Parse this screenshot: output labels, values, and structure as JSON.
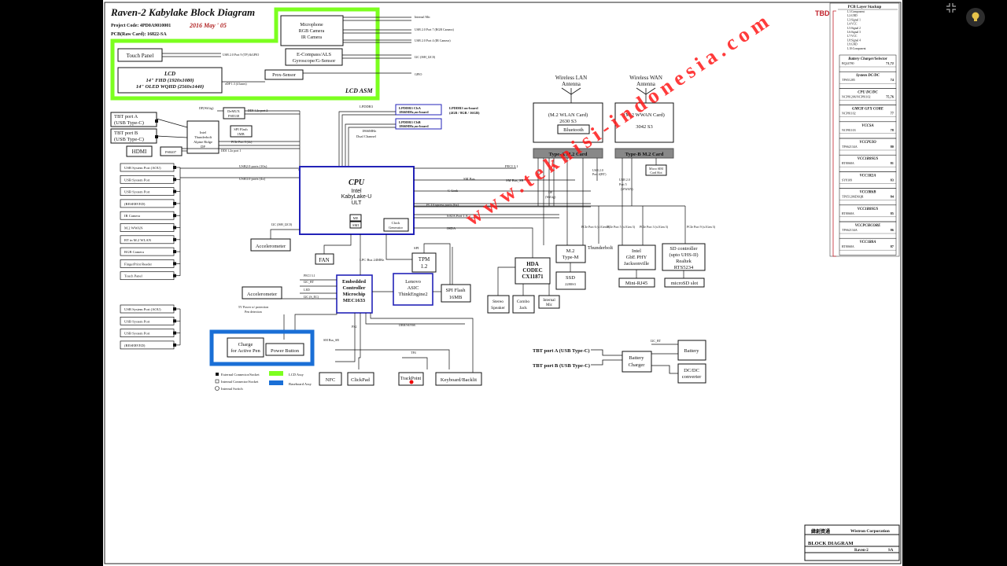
{
  "title": "Raven-2 Kabylake Block Diagram",
  "project_code": "Project Code: 4PD0A9010001",
  "pcb": "PCB(Raw Card): 16822-SA",
  "date": "2016 May ' 05",
  "tbd": "TBD",
  "watermark": "www.teknisi-indonesia.com",
  "lcd_asm": "LCD ASM",
  "colors": {
    "lcd_assy": "#7cff1f",
    "button_bd": "#1a6fd6",
    "watermark": "#ff1a1a",
    "cpu": "#2323b8",
    "stack": "#c0202a"
  },
  "blocks": {
    "camera": [
      "Microphone",
      "RGB Camera",
      "IR Camera"
    ],
    "touch_panel": "Touch Panel",
    "lcd": [
      "LCD",
      "14\" FHD (1920x1080)",
      "14\" OLED WQHD (2560x1440)"
    ],
    "compass": [
      "E-Compass/ALS",
      "Gyroscope/G-Sensor"
    ],
    "prox": "Prox-Sensor",
    "tbt_a": [
      "TBT port A",
      "(USB Type-C)"
    ],
    "tbt_b": [
      "TBT port B",
      "(USB Type-C)"
    ],
    "hdmi": "HDMI",
    "ps8407": "PS8407",
    "demux": [
      "DeMUX",
      "PS8338"
    ],
    "intel_tbt": [
      "Intel",
      "Thunderbolt",
      "Alpine Ridge",
      "DP"
    ],
    "spi_flash_small": [
      "SPI Flash",
      "1MB"
    ],
    "lpddr3_a": [
      "LPDDR3 ChA",
      "1866MHz,on-board"
    ],
    "lpddr3_b": [
      "LPDDR3 ChB",
      "1866MHz,on-board"
    ],
    "cpu": [
      "CPU",
      "Intel",
      "KabyLake-U",
      "ULT"
    ],
    "me": "ME",
    "smi": "SMI",
    "clock": [
      "Clock",
      "Generator"
    ],
    "accel1": "Accelerometer",
    "accel2": "Accelerometer",
    "fan": "FAN",
    "tpm": [
      "TPM",
      "1.2"
    ],
    "ec": [
      "Embedded",
      "Controller",
      "Microchip",
      "MEC1633"
    ],
    "asic": [
      "Lenovo",
      "ASIC",
      "ThinkEngine2"
    ],
    "spi_flash": [
      "SPI Flash",
      "16MB"
    ],
    "charge": [
      "Charge",
      "for Active Pen"
    ],
    "power_button": "Power Button",
    "nfc": "NFC",
    "clickpad": "ClickPad",
    "trackpoint": "TrackPoint",
    "keyboard": "Keyboard/Backlit",
    "wlan_ant": [
      "Wireless LAN",
      "Antenna"
    ],
    "wwan_ant": [
      "Wireless WAN",
      "Antenna"
    ],
    "wlan_card": [
      "(M.2 WLAN Card)",
      "2630 S3"
    ],
    "bluetooth": "Bluetooth",
    "wwan_card": [
      "(M.2 WWAN Card)",
      "3042 S3"
    ],
    "type_a": "Type-A M.2 Card",
    "type_b": "Type-B M.2 Card",
    "sim": [
      "Micro SIM",
      "Card Slot"
    ],
    "hda": [
      "HDA",
      "CODEC",
      "CX11871"
    ],
    "m2": [
      "M.2",
      "Type-M"
    ],
    "ssd": [
      "SSD",
      "2280S3"
    ],
    "thunderbolt": "Thunderbolt",
    "gbe": [
      "Intel",
      "GbE PHY",
      "Jacksonville"
    ],
    "sd": [
      "SD controller",
      "(upto UHS-II)",
      "Realtek",
      "RTS5234"
    ],
    "minirj45": "Mini-RJ45",
    "microsd": "microSD slot",
    "stereo": [
      "Stereo",
      "Speaker"
    ],
    "combo": [
      "Combo",
      "Jack"
    ],
    "mic": [
      "Internal",
      "Mic"
    ],
    "tbt_a2": "TBT port A (USB Type-C)",
    "tbt_b2": "TBT port B (USB Type-C)",
    "batt_charger": [
      "Battery",
      "Charger"
    ],
    "battery": "Battery",
    "dcdc": [
      "DC/DC",
      "converter"
    ]
  },
  "usb_ports": [
    "USB System Port (AOU)",
    "USB System Port",
    "USB System Port",
    "(RESERVED)",
    "IR Camera",
    "M.2 WWAN",
    "BT in M.2 WLAN",
    "RGB Camera",
    "FingerPrint Reader",
    "Touch Panel"
  ],
  "usb_ports2": [
    "USB System Port (AOU)",
    "USB System Port",
    "USB System Port",
    "(RESERVED)"
  ],
  "signals": {
    "internal_mic": "Internal Mic",
    "usb7": "USB 2.0 Port 7 (RGB Camera)",
    "usb4": "USB 2.0 Port 4 (IR Camera)",
    "usb9": "USB 2.0 Port 9 (TP) &GPIO",
    "i2c_ish": "I2C (ISH_I2C0)",
    "gpio": "GPIO",
    "edp": "eDP 1.3 (4 lanes)",
    "dp_wigig": "DP(WiGig)",
    "ddi2": "DDI 1.2a port 2",
    "pcie8": "PCIe Port 8 (4x)",
    "ddi1": "DDI 1.2a port 1",
    "lpddr3": "LPDDR3",
    "dual": [
      "1866MHz",
      "Dual Channel"
    ],
    "onboard": [
      "LPDDR3 on-board",
      "(4GB / 8GB / 16GB)"
    ],
    "usb20_10x": "USB2.0 ports (10x)",
    "usb30_4x": "USB3.0 ports (4x)",
    "peci": "PECI 3.1",
    "smbus": "SM Bus",
    "smbus_sb": "SM Bus_SB",
    "clink": "C-Link",
    "pcie_x6": "PCI Express ports (6x)",
    "sata": "SATA Port 1 A",
    "ihda": "IHDA",
    "spi": "SPI",
    "lpc": "LPC Bus 24MHz",
    "i2c_ish2": "I2C (ISH_I2C0)",
    "ps2": "PS2",
    "dbr": "DBR/SENSE",
    "sm_sb2": "SM Bus_SB",
    "tp4": "TP4",
    "pen": [
      "5V Power w/ protection",
      "Pen detection"
    ],
    "ec_sigs": [
      "PECI 3.1",
      "I2C_BT",
      "LED",
      "I2C (S_EC)"
    ],
    "i2c_bt": "I2C_BT",
    "dp_wigig2": [
      "DP",
      "(WiGig)"
    ],
    "pcie_pins": [
      "PCIe Port 6 (x1Gen 2)",
      "PCIe Port 5 (x1Gen 3)",
      "PCIe Port 3 (x1Gen 3)",
      "PCIe Port 9 (x1Gen 3)"
    ],
    "usb_m2": [
      "USB 2.0",
      "Port 4(BT)"
    ],
    "usb_m2b": [
      "USB 2.0",
      "Port 5",
      "(WWAN)"
    ]
  },
  "legend": [
    "External Connector/Socket",
    "Internal Connector/Socket",
    "Internal Switch",
    "LCD Assy",
    "Baseboard Assy"
  ],
  "stackup": {
    "header": "PCB Layer Stackup",
    "layers": [
      "L1:Component",
      "L2:GND",
      "L3:Signal 1",
      "L4:VCC",
      "L5:Signal 2",
      "L6:Signal 3",
      "L7:VCC",
      "L8:Signal 4",
      "L9:GND",
      "L10:Component"
    ],
    "rails": [
      {
        "name": "Battery Charger/Selector",
        "part": "BQ24780",
        "page": "71,72"
      },
      {
        "name": "System DC/DC",
        "part": "TPS51285",
        "page": "74"
      },
      {
        "name": "CPU DC/DC",
        "part": "NCP81206/NCP81102",
        "page": "75,76"
      },
      {
        "name": "GMCH GFX CORE",
        "part": "NCP81102",
        "page": "77"
      },
      {
        "name": "VCCSA",
        "part": "NCP81103",
        "page": "78"
      },
      {
        "name": "VCCPUIO",
        "part": "TPS62134A",
        "page": "80"
      },
      {
        "name": "VCC1R8SUS",
        "part": "RT8068A",
        "page": "81"
      },
      {
        "name": "VCC1R2A",
        "part": "SY8109",
        "page": "83"
      },
      {
        "name": "VCC0R6B",
        "part": "TPS51206DSQR",
        "page": "84"
      },
      {
        "name": "VCC1R8SUS",
        "part": "RT8068A",
        "page": "85"
      },
      {
        "name": "VCCPCHCORE",
        "part": "TPS62134A",
        "page": "86"
      },
      {
        "name": "VCC1R8A",
        "part": "RT8068A",
        "page": "87"
      }
    ]
  },
  "titleblock": {
    "company": "Wistron Corporation",
    "doc": "BLOCK DIAGRAM",
    "model": "Raven-2",
    "rev": "SA"
  }
}
